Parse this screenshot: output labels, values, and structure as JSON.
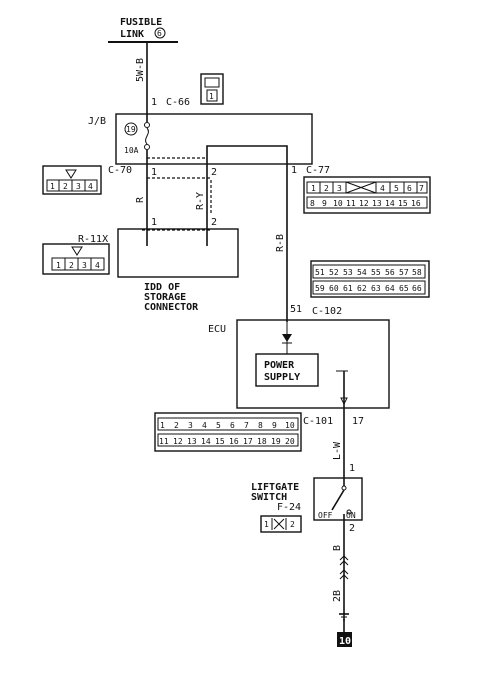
{
  "fusible_link": {
    "line1": "FUSIBLE",
    "line2": "LINK",
    "number": "6"
  },
  "top_wire": {
    "color": "5W-B",
    "pin": "1",
    "connector": "C-66",
    "connector_icon": "1"
  },
  "jb": {
    "label": "J/B",
    "fuse_number": "19",
    "fuse_rating": "10A"
  },
  "c70": {
    "name": "C-70",
    "pin_left": "1",
    "pin_right": "2",
    "wire_left": "R",
    "wire_right": "R-Y",
    "pins": [
      "1",
      "2",
      "3",
      "4"
    ]
  },
  "c77": {
    "name": "C-77",
    "pin": "1",
    "pins_top": [
      "1",
      "2",
      "3",
      "4",
      "5",
      "6",
      "7"
    ],
    "pins_bottom": [
      "8",
      "9",
      "10",
      "11",
      "12",
      "13",
      "14",
      "15",
      "16"
    ]
  },
  "r11x": {
    "name": "R-11X",
    "pins": [
      "1",
      "2",
      "3",
      "4"
    ],
    "pin_left": "1",
    "pin_right": "2"
  },
  "idd": {
    "line1": "IDD OF",
    "line2": "STORAGE",
    "line3": "CONNECTOR"
  },
  "rb_wire": {
    "color": "R-B"
  },
  "c102": {
    "name": "C-102",
    "pin": "51",
    "pins_top": [
      "51",
      "52",
      "53",
      "54",
      "55",
      "56",
      "57",
      "58"
    ],
    "pins_bottom": [
      "59",
      "60",
      "61",
      "62",
      "63",
      "64",
      "65",
      "66"
    ]
  },
  "ecu": {
    "label": "ECU",
    "ps_line1": "POWER",
    "ps_line2": "SUPPLY"
  },
  "c101": {
    "name": "C-101",
    "pin": "17",
    "pins_top": [
      "1",
      "2",
      "3",
      "4",
      "5",
      "6",
      "7",
      "8",
      "9",
      "10"
    ],
    "pins_bottom": [
      "11",
      "12",
      "13",
      "14",
      "15",
      "16",
      "17",
      "18",
      "19",
      "20"
    ]
  },
  "lw_wire": {
    "color": "L-W",
    "pin": "1"
  },
  "liftgate": {
    "line1": "LIFTGATE",
    "line2": "SWITCH",
    "name": "F-24",
    "off": "OFF",
    "on": "ON",
    "pins": [
      "1",
      "2"
    ],
    "pin_bottom": "2"
  },
  "b_wire": {
    "color": "B"
  },
  "ground": {
    "wire": "2B",
    "number": "10"
  }
}
